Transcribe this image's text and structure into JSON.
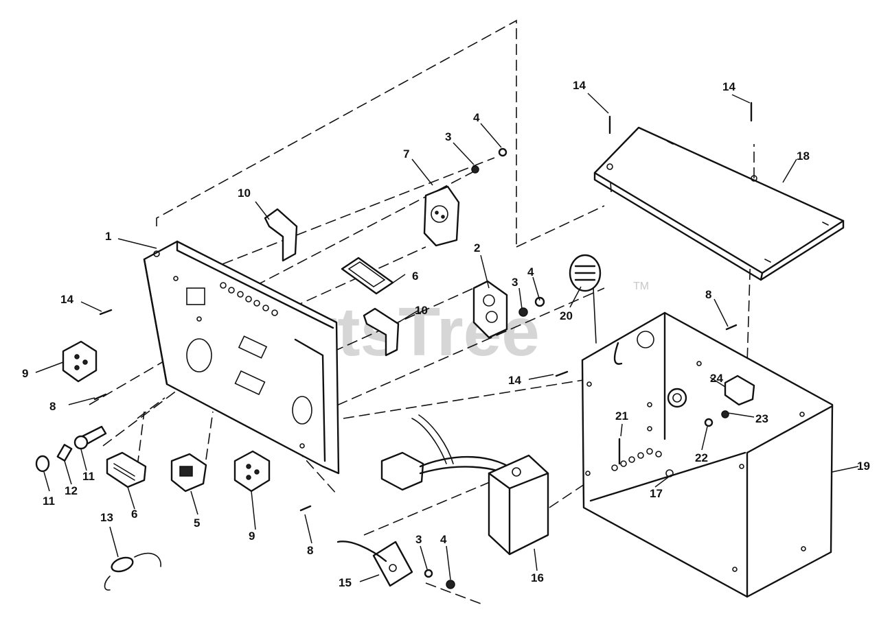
{
  "watermark": {
    "text": "PartsTree",
    "trademark": "TM"
  },
  "callouts": [
    "1",
    "2",
    "3",
    "3",
    "3",
    "4",
    "4",
    "4",
    "5",
    "6",
    "6",
    "7",
    "8",
    "8",
    "8",
    "9",
    "9",
    "10",
    "10",
    "11",
    "11",
    "12",
    "13",
    "14",
    "14",
    "14",
    "14",
    "15",
    "16",
    "17",
    "18",
    "19",
    "20",
    "21",
    "22",
    "23",
    "24"
  ]
}
